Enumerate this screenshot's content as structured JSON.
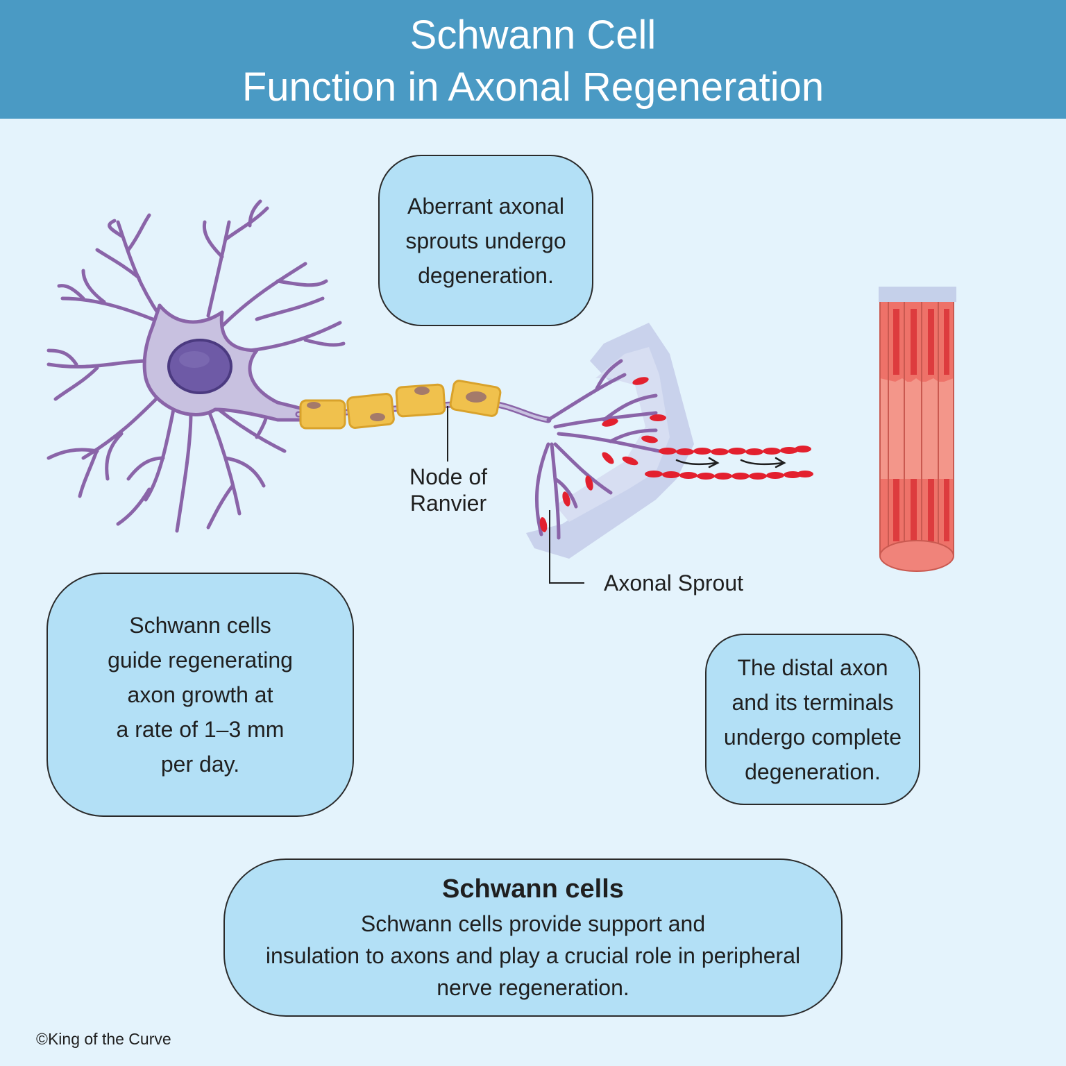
{
  "header": {
    "title_line1": "Schwann Cell",
    "title_line2": "Function in Axonal Regeneration"
  },
  "boxes": {
    "aberrant": "Aberrant axonal\nsprouts undergo\ndegeneration.",
    "guide": "Schwann cells\nguide regenerating\naxon growth at\na rate of 1–3 mm\nper day.",
    "distal": "The distal axon\nand its terminals\nundergo complete\ndegeneration."
  },
  "summary": {
    "title": "Schwann cells",
    "text": "Schwann cells provide support and\ninsulation to axons and play a crucial role in peripheral\nnerve regeneration."
  },
  "labels": {
    "node": "Node of\nRanvier",
    "sprout": "Axonal Sprout"
  },
  "copyright": "©King of the Curve",
  "colors": {
    "header": "#4a9ac4",
    "background": "#e4f3fc",
    "box_fill": "#b3e0f6",
    "neuron": "#8a64a8",
    "neuron_fill": "#c8c1e0",
    "nucleus": "#6e5aa6",
    "myelin": "#f0c14d",
    "degenerating": "#e3202e",
    "muscle": "#f3968a"
  }
}
